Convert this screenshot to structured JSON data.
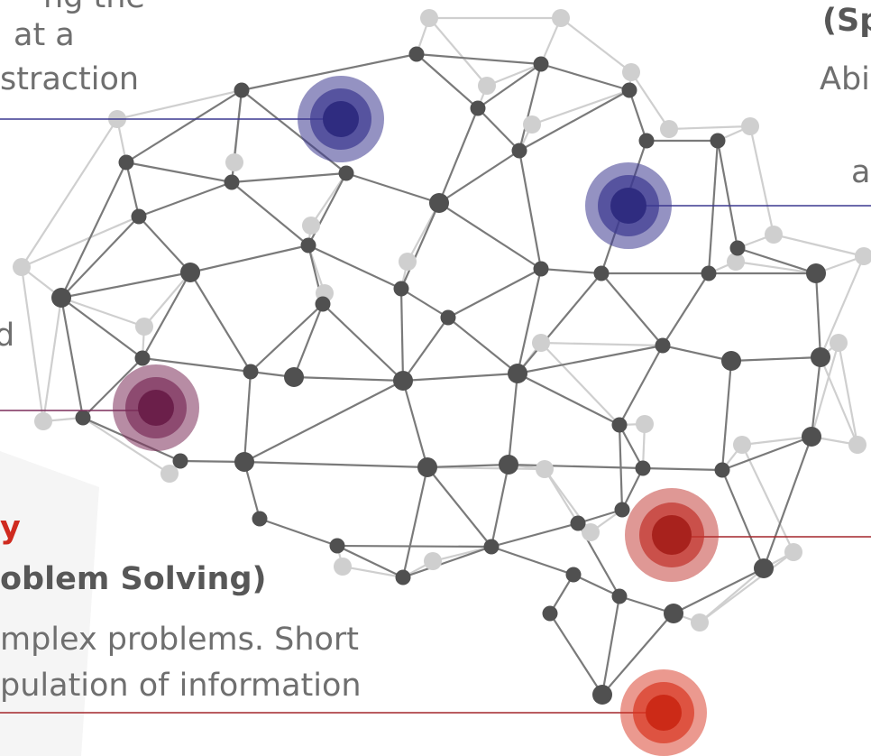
{
  "text": {
    "tl1": "ng the",
    "tl2": "at a",
    "tl3": "straction",
    "tr1": "(Sp",
    "tr2": "Abi",
    "tr3": "a",
    "ml1": "d",
    "y": "y",
    "ps": "oblem Solving)",
    "b1": "mplex problems. Short",
    "b2": "pulation of information"
  },
  "colors": {
    "blue_node": "#3c3990",
    "maroon_node": "#7b2d5a",
    "red_node": "#c0322b",
    "bright_red_node": "#d8341f",
    "mesh_dark": "#505050",
    "mesh_light": "#cfcfcf"
  }
}
